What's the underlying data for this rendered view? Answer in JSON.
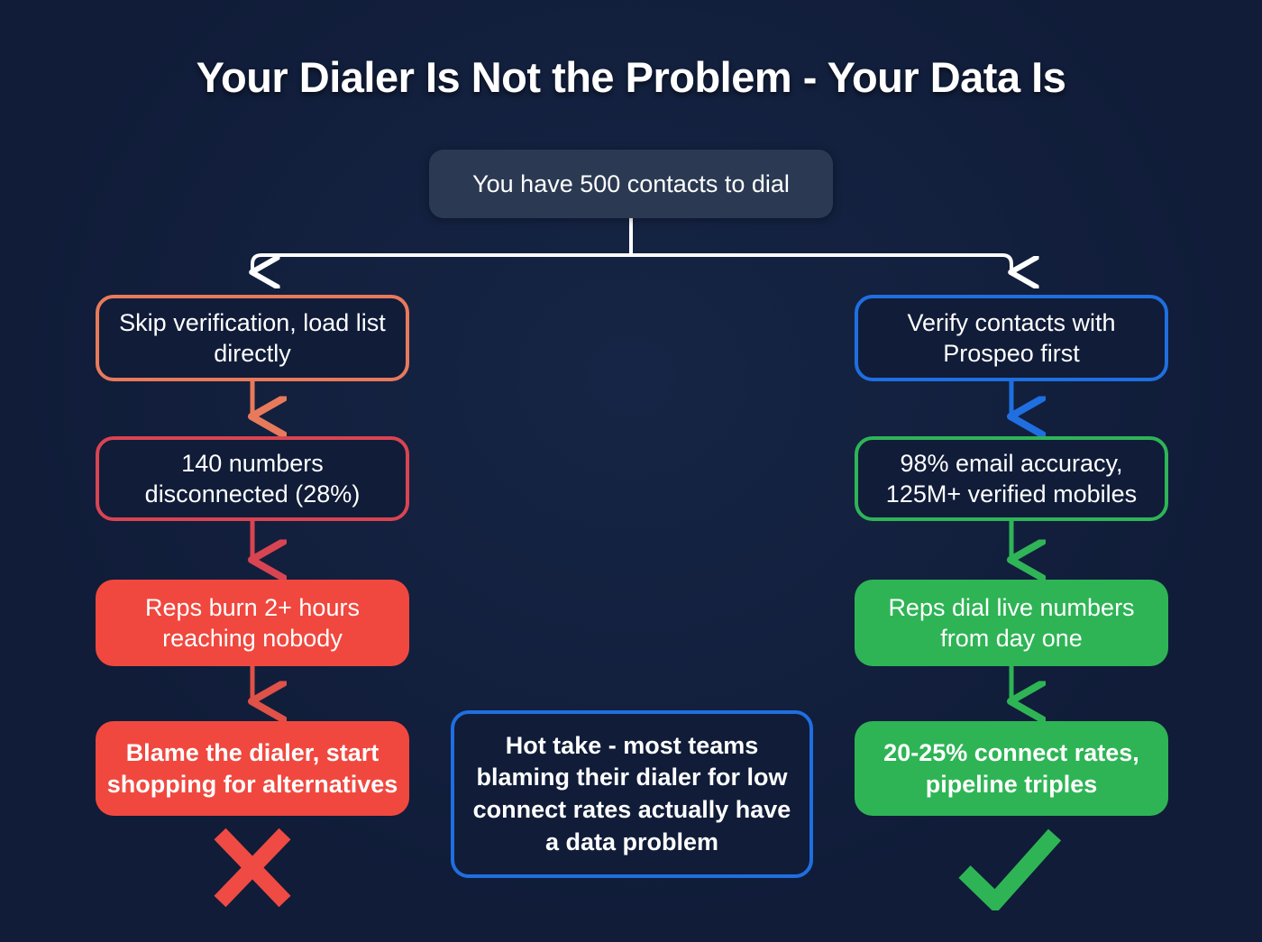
{
  "title": "Your Dialer Is Not the Problem - Your Data Is",
  "colors": {
    "background": "#101c38",
    "root_fill": "#2b3a52",
    "salmon": "#e87a5c",
    "red_border": "#d94452",
    "red_fill": "#f0483f",
    "blue": "#1f6fe0",
    "green_border": "#2fb457",
    "green_fill": "#2eb455",
    "connector_white": "#ffffff",
    "text": "#ffffff"
  },
  "root": {
    "label": "You have 500 contacts to dial"
  },
  "left_branch": {
    "name": "skip-verification-path",
    "steps": [
      {
        "label": "Skip verification, load list directly",
        "style": "outlined-salmon"
      },
      {
        "label": "140 numbers disconnected (28%)",
        "style": "outlined-red"
      },
      {
        "label": "Reps burn 2+ hours reaching nobody",
        "style": "filled-red"
      },
      {
        "label": "Blame the dialer, start shopping for alternatives",
        "style": "filled-red-bold"
      }
    ],
    "verdict_icon": "x-mark-icon"
  },
  "right_branch": {
    "name": "verify-first-path",
    "steps": [
      {
        "label": "Verify contacts with Prospeo first",
        "style": "outlined-blue"
      },
      {
        "label": "98% email accuracy, 125M+ verified mobiles",
        "style": "outlined-green"
      },
      {
        "label": "Reps dial live numbers from day one",
        "style": "filled-green"
      },
      {
        "label": "20-25% connect rates, pipeline triples",
        "style": "filled-green-bold"
      }
    ],
    "verdict_icon": "check-mark-icon"
  },
  "callout": {
    "label": "Hot take - most teams blaming their dialer for low connect rates actually have a data problem"
  },
  "chart_data": {
    "type": "diagram",
    "diagram_type": "flowchart",
    "title": "Your Dialer Is Not the Problem - Your Data Is",
    "nodes": [
      {
        "id": "root",
        "label": "You have 500 contacts to dial",
        "fill": "#2b3a52",
        "border": "none"
      },
      {
        "id": "l1",
        "label": "Skip verification, load list directly",
        "fill": "none",
        "border": "#e87a5c"
      },
      {
        "id": "l2",
        "label": "140 numbers disconnected (28%)",
        "fill": "none",
        "border": "#d94452"
      },
      {
        "id": "l3",
        "label": "Reps burn 2+ hours reaching nobody",
        "fill": "#f0483f",
        "border": "none"
      },
      {
        "id": "l4",
        "label": "Blame the dialer, start shopping for alternatives",
        "fill": "#f0483f",
        "border": "none"
      },
      {
        "id": "r1",
        "label": "Verify contacts with Prospeo first",
        "fill": "none",
        "border": "#1f6fe0"
      },
      {
        "id": "r2",
        "label": "98% email accuracy, 125M+ verified mobiles",
        "fill": "none",
        "border": "#2fb457"
      },
      {
        "id": "r3",
        "label": "Reps dial live numbers from day one",
        "fill": "#2eb455",
        "border": "none"
      },
      {
        "id": "r4",
        "label": "20-25% connect rates, pipeline triples",
        "fill": "#2eb455",
        "border": "none"
      },
      {
        "id": "hot-take",
        "label": "Hot take - most teams blaming their dialer for low connect rates actually have a data problem",
        "fill": "none",
        "border": "#1f6fe0"
      }
    ],
    "edges": [
      {
        "from": "root",
        "to": "l1",
        "color": "#ffffff"
      },
      {
        "from": "root",
        "to": "r1",
        "color": "#ffffff"
      },
      {
        "from": "l1",
        "to": "l2",
        "color": "#e87a5c"
      },
      {
        "from": "l2",
        "to": "l3",
        "color": "#d94452"
      },
      {
        "from": "l3",
        "to": "l4",
        "color": "#e05148"
      },
      {
        "from": "r1",
        "to": "r2",
        "color": "#1f6fe0"
      },
      {
        "from": "r2",
        "to": "r3",
        "color": "#2fb457"
      },
      {
        "from": "r3",
        "to": "r4",
        "color": "#2eb455"
      }
    ],
    "key_values": {
      "contacts_to_dial": 500,
      "disconnected_numbers": 140,
      "disconnected_pct": "28%",
      "hours_burned": "2+",
      "email_accuracy": "98%",
      "verified_mobiles": "125M+",
      "connect_rate_range": "20-25%"
    }
  }
}
